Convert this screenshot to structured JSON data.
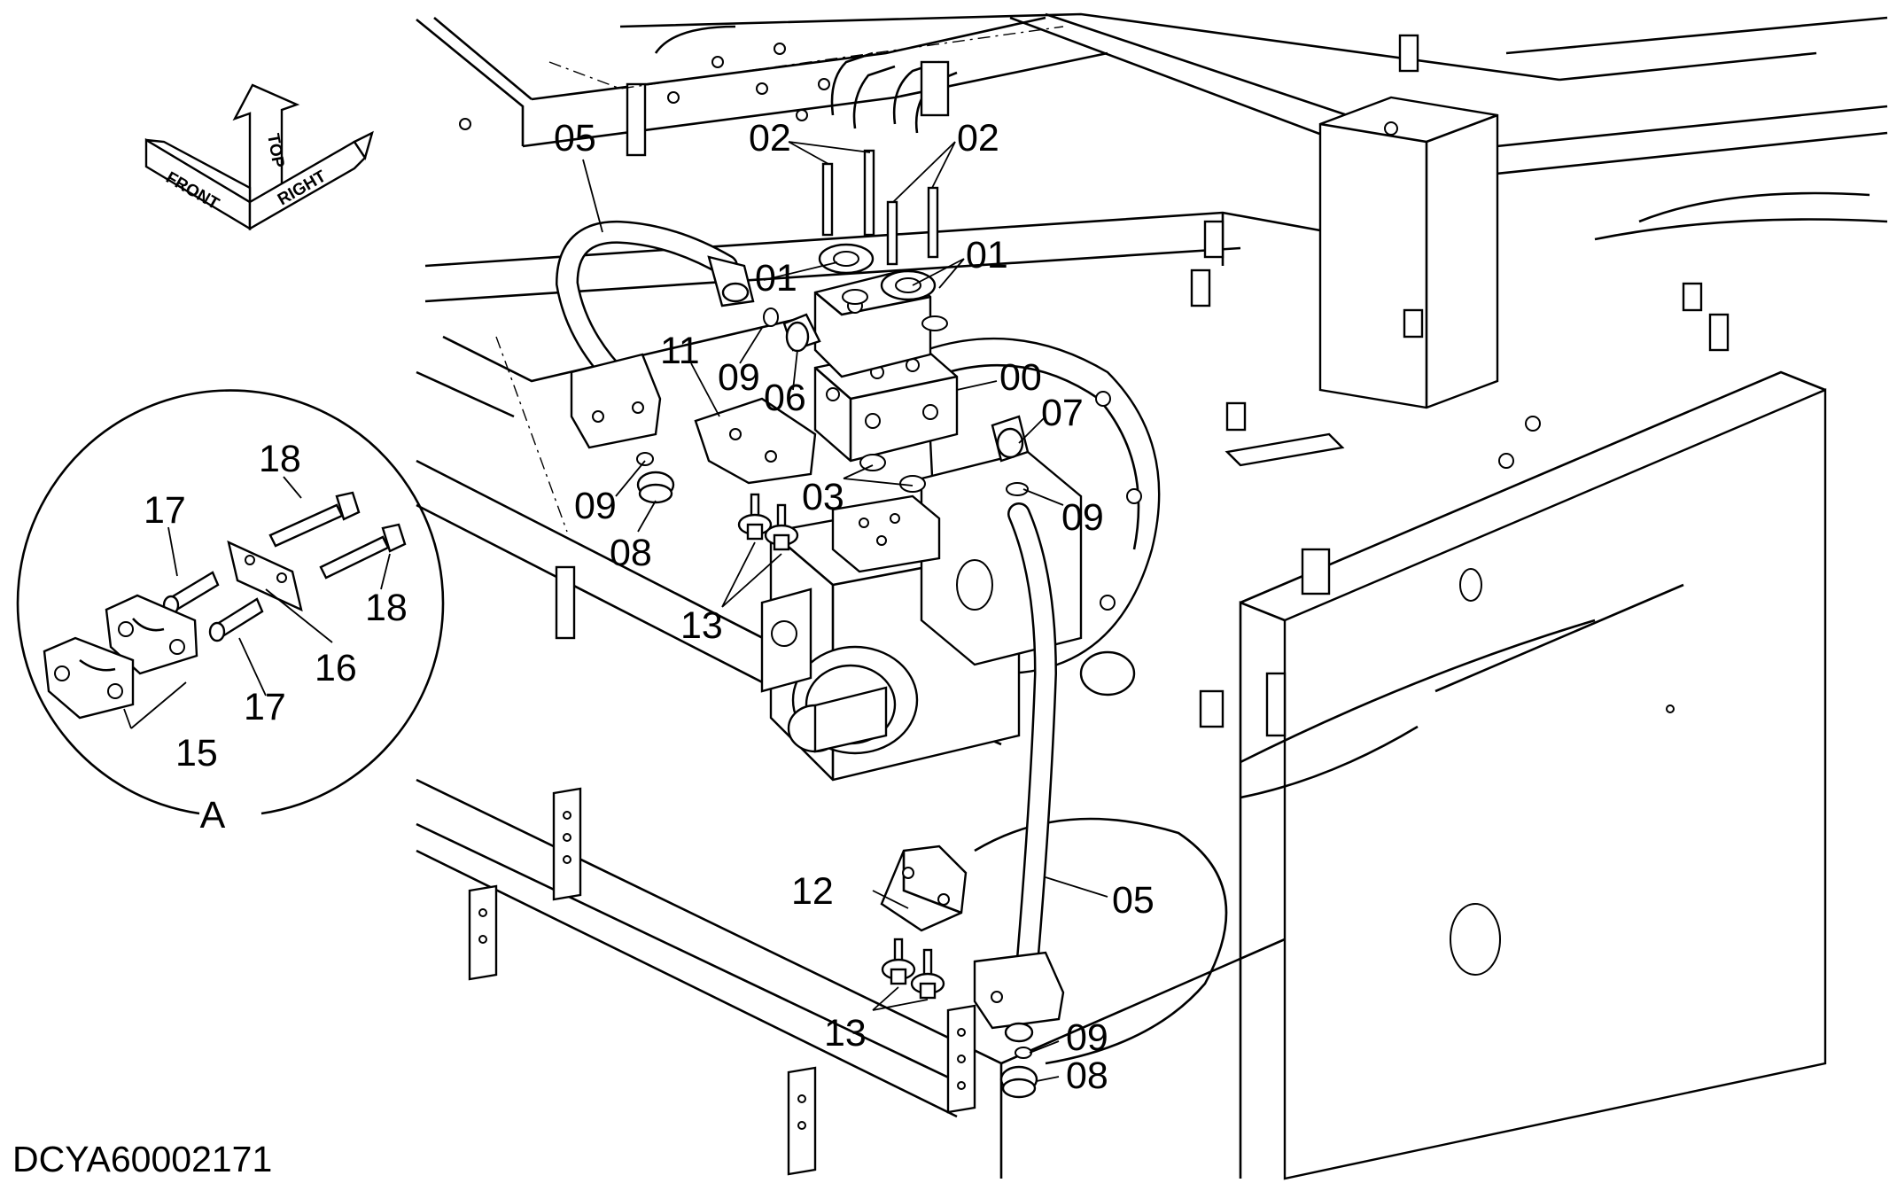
{
  "orientation_glyph": {
    "top": "TOP",
    "front": "FRONT",
    "right": "RIGHT"
  },
  "detail": {
    "label": "A"
  },
  "callouts": {
    "c05_top": "05",
    "c02_left": "02",
    "c02_right": "02",
    "c01_left": "01",
    "c01_right": "01",
    "c11": "11",
    "c09_upper": "09",
    "c06": "06",
    "c00": "00",
    "c07": "07",
    "c09_left": "09",
    "c03": "03",
    "c09_right": "09",
    "c08_upper": "08",
    "c13_upper": "13",
    "c12": "12",
    "c05_bottom": "05",
    "c13_lower": "13",
    "c09_bottom": "09",
    "c08_bottom": "08",
    "c18_top": "18",
    "c17_left": "17",
    "c18_right": "18",
    "c16": "16",
    "c17_bottom": "17",
    "c15": "15"
  },
  "document_id": "DCYA60002171"
}
